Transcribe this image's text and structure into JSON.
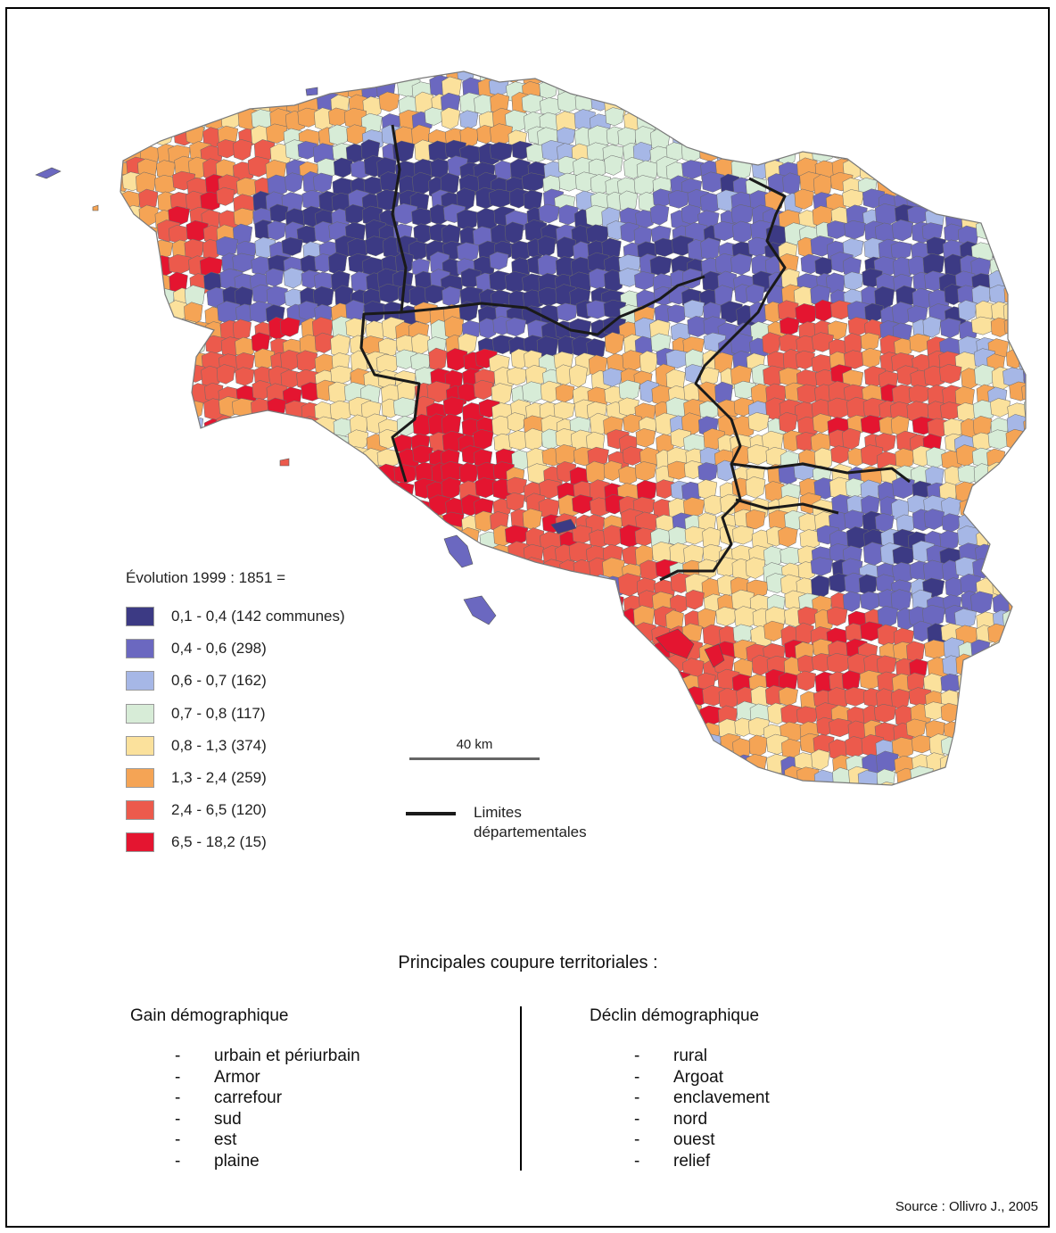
{
  "legend": {
    "title": "Évolution 1999 : 1851 =",
    "classes": [
      {
        "label": "0,1 - 0,4 (142 communes)",
        "color": "#3c3a84"
      },
      {
        "label": "0,4 - 0,6 (298)",
        "color": "#6b68c0"
      },
      {
        "label": "0,6 - 0,7 (162)",
        "color": "#a6b7e6"
      },
      {
        "label": "0,7 - 0,8 (117)",
        "color": "#d7ecd7"
      },
      {
        "label": "0,8 - 1,3 (374)",
        "color": "#fbe19c"
      },
      {
        "label": "1,3 - 2,4 (259)",
        "color": "#f5a455"
      },
      {
        "label": "2,4 - 6,5 (120)",
        "color": "#ec5a4c"
      },
      {
        "label": "6,5 - 18,2 (15)",
        "color": "#e41530"
      }
    ]
  },
  "scale": {
    "label": "40 km"
  },
  "boundaries": {
    "label_line1": "Limites",
    "label_line2": "départementales"
  },
  "cuts": {
    "title": "Principales coupure territoriales :",
    "gain": {
      "heading": "Gain démographique",
      "items": [
        "urbain et périurbain",
        "Armor",
        "carrefour",
        "sud",
        "est",
        "plaine"
      ]
    },
    "decline": {
      "heading": "Déclin démographique",
      "items": [
        "rural",
        "Argoat",
        "enclavement",
        "nord",
        "ouest",
        "relief"
      ]
    }
  },
  "source": "Source : Ollivro J., 2005"
}
